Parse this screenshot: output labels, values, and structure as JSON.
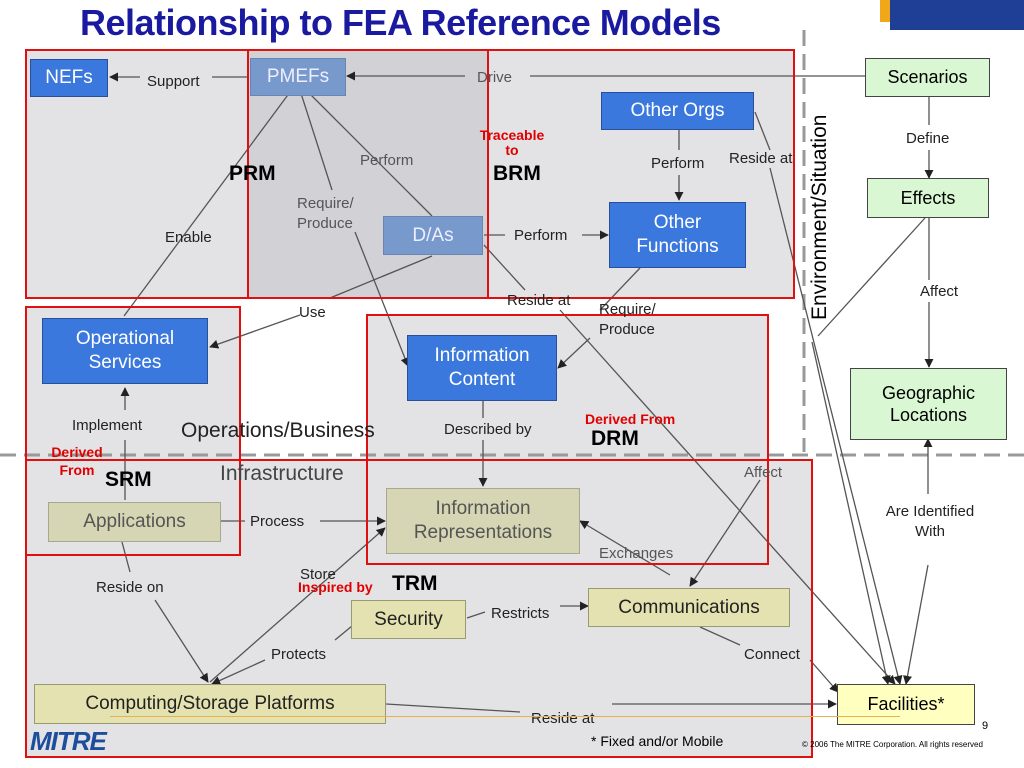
{
  "title": "Relationship to FEA Reference Models",
  "boxes": {
    "nefs": "NEFs",
    "pmefs": "PMEFs",
    "other_orgs": "Other Orgs",
    "other_functions": "Other Functions",
    "das": "D/As",
    "operational_services": "Operational Services",
    "information_content": "Information Content",
    "applications": "Applications",
    "information_representations": "Information Representations",
    "security": "Security",
    "communications": "Communications",
    "computing_storage": "Computing/Storage Platforms",
    "scenarios": "Scenarios",
    "effects": "Effects",
    "geographic_locations": "Geographic Locations",
    "facilities": "Facilities*"
  },
  "edge_labels": {
    "support": "Support",
    "drive": "Drive",
    "perform_1": "Perform",
    "perform_2": "Perform",
    "perform_3": "Perform",
    "reside_at_1": "Reside at",
    "reside_at_2": "Reside at",
    "reside_at_3": "Reside at",
    "require_produce_1": "Require/ Produce",
    "require_produce_2": "Require/ Produce",
    "enable": "Enable",
    "use": "Use",
    "implement": "Implement",
    "described_by": "Described by",
    "process": "Process",
    "store": "Store",
    "exchanges": "Exchanges",
    "affect_1": "Affect",
    "affect_2": "Affect",
    "reside_on": "Reside on",
    "restricts": "Restricts",
    "protects": "Protects",
    "connect": "Connect",
    "define": "Define",
    "are_identified_with": "Are Identified With"
  },
  "reference_models": {
    "prm": "PRM",
    "brm": "BRM",
    "srm": "SRM",
    "drm": "DRM",
    "trm": "TRM"
  },
  "red_labels": {
    "traceable_to": "Traceable to",
    "derived_from_drm": "Derived From",
    "derived_from_srm": "Derived From",
    "inspired_by": "Inspired by"
  },
  "section_labels": {
    "operations_business": "Operations/Business",
    "infrastructure": "Infrastructure",
    "environment_situation": "Environment/Situation"
  },
  "footer": {
    "logo_text": "MITRE",
    "footnote": "* Fixed and/or Mobile",
    "copyright": "© 2006 The MITRE Corporation. All rights reserved",
    "page_number": "9"
  },
  "colors": {
    "title": "#1a1aa0",
    "red_border": "#e01010",
    "blue_box": "#3b78de",
    "region_gray": "#e3e3e6"
  }
}
